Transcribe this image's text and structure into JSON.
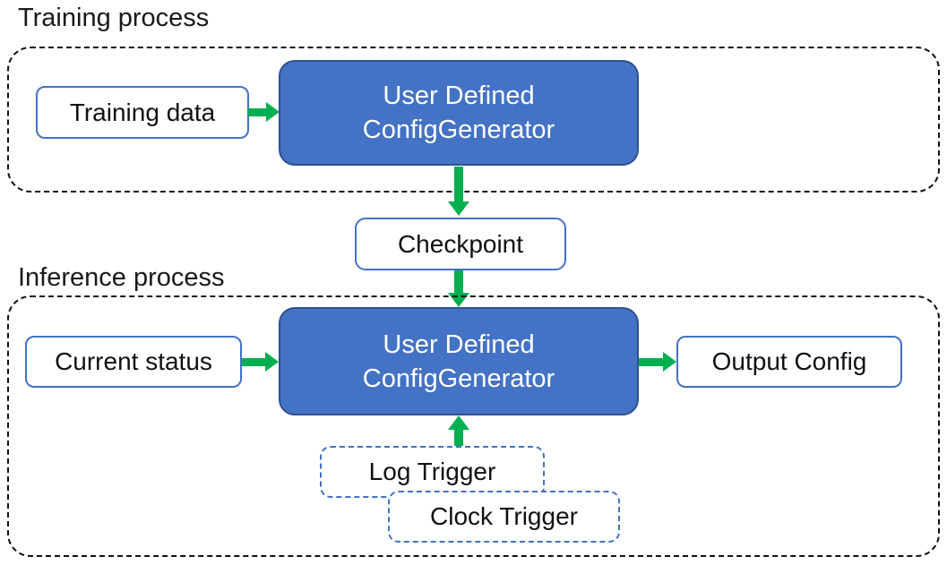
{
  "diagram": {
    "training_section": {
      "title": "Training process",
      "training_data_label": "Training data",
      "generator_line1": "User Defined",
      "generator_line2": "ConfigGenerator"
    },
    "checkpoint_label": "Checkpoint",
    "inference_section": {
      "title": "Inference process",
      "current_status_label": "Current status",
      "generator_line1": "User Defined",
      "generator_line2": "ConfigGenerator",
      "output_config_label": "Output Config",
      "log_trigger_label": "Log Trigger",
      "clock_trigger_label": "Clock Trigger"
    },
    "colors": {
      "generator_fill": "#4472C4",
      "generator_border": "#2F528F",
      "node_border": "#4472C4",
      "arrow": "#00B050",
      "container_dash": "#111111",
      "text_dark": "#111111",
      "text_light": "#FFFFFF"
    }
  }
}
